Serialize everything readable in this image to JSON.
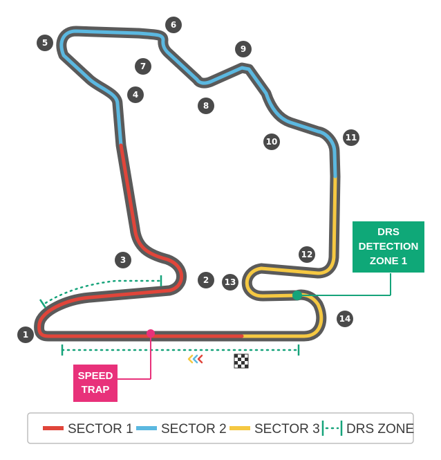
{
  "colors": {
    "sector1": "#e0453a",
    "sector2": "#5bb8e0",
    "sector3": "#f5c842",
    "track_outline": "#5a5a5a",
    "drs": "#15a37a",
    "detection_box": "#0fa878",
    "speed_trap": "#e8317a",
    "turn_badge": "#4a4a4a"
  },
  "turns": [
    "1",
    "2",
    "3",
    "4",
    "5",
    "6",
    "7",
    "8",
    "9",
    "10",
    "11",
    "12",
    "13",
    "14"
  ],
  "detection_box": {
    "lines": [
      "DRS",
      "DETECTION",
      "ZONE 1"
    ]
  },
  "speed_trap_box": {
    "lines": [
      "SPEED",
      "TRAP"
    ]
  },
  "legend": {
    "sector1": "SECTOR 1",
    "sector2": "SECTOR 2",
    "sector3": "SECTOR 3",
    "drs_zone": "DRS ZONE"
  },
  "icons": {
    "finish": "checkered-flag-icon",
    "direction": "direction-chevrons-icon"
  }
}
